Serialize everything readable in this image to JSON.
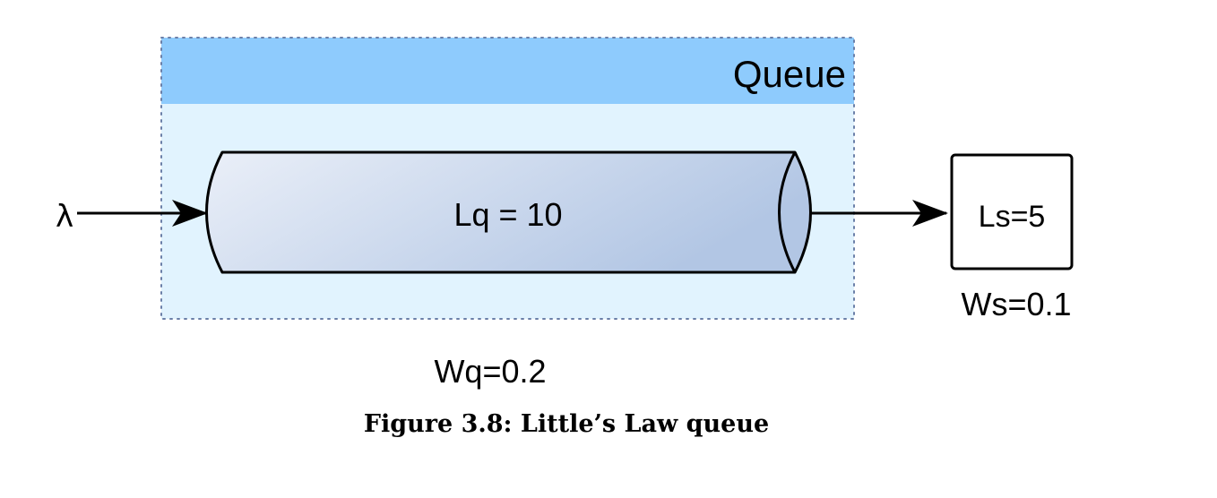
{
  "diagram": {
    "queue_title": "Queue",
    "arrival_symbol": "λ",
    "queue_length_label": "Lq = 10",
    "server_length_label": "Ls=5",
    "server_time_label": "Ws=0.1",
    "queue_time_label": "Wq=0.2",
    "caption": "Figure 3.8: Little’s Law queue"
  },
  "colors": {
    "queue_header": "#8ecbfd",
    "queue_body": "#e1f3fe",
    "queue_border": "#6b7fa8",
    "pipe_light": "#eaeff8",
    "pipe_dark": "#b2c6e4",
    "stroke": "#000000"
  },
  "icons": {
    "arrival_arrow": "arrow-right-icon",
    "departure_arrow": "arrow-right-icon"
  }
}
